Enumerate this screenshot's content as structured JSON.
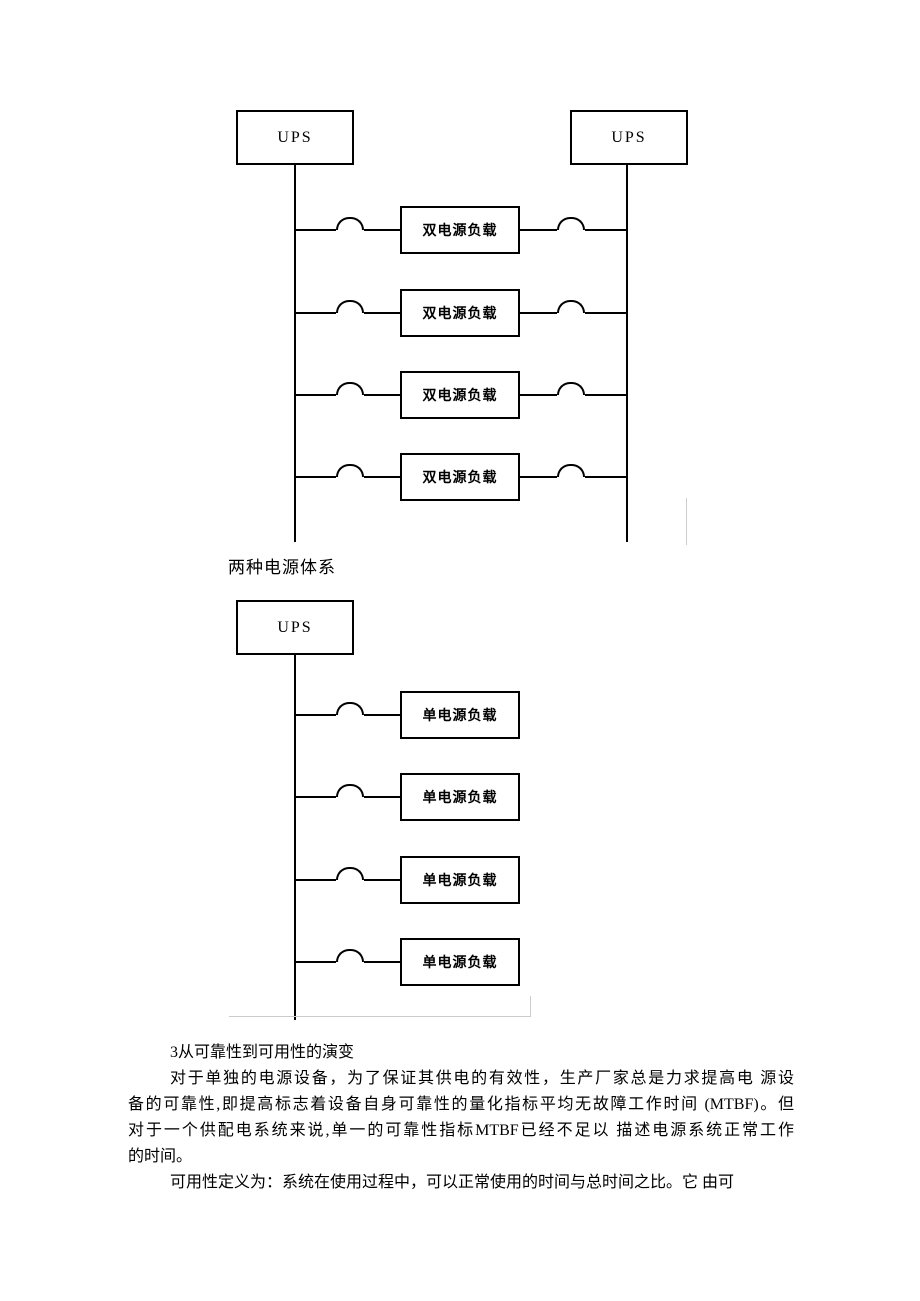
{
  "colors": {
    "ink": "#000000",
    "background": "#ffffff",
    "scan_artifact_gray": "#cccccc"
  },
  "figure1": {
    "ups_left": "UPS",
    "ups_right": "UPS",
    "loads": [
      "双电源负载",
      "双电源负载",
      "双电源负载",
      "双电源负载"
    ]
  },
  "caption": "两种电源体系",
  "figure2": {
    "ups": "UPS",
    "loads": [
      "单电源负载",
      "单电源负载",
      "单电源负载",
      "单电源负载"
    ]
  },
  "section": {
    "heading": "3从可靠性到可用性的演变",
    "para1_lines": [
      "对于单独的电源设备，为了保证其供电的有效性，生产厂家总是力求提高电 源设",
      "备的可靠性,即提高标志着设备自身可靠性的量化指标平均无故障工作时间 (MTBF)。但",
      "对于一个供配电系统来说,单一的可靠性指标MTBF已经不足以 描述电源系统正常工作",
      "的时间。"
    ],
    "para2_lines": [
      "可用性定义为：系统在使用过程中，可以正常使用的时间与总时间之比。它 由可"
    ]
  }
}
